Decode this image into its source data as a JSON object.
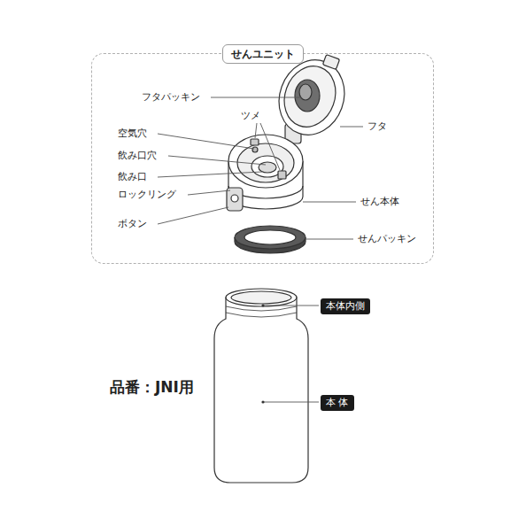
{
  "diagram": {
    "nodes": [
      {
        "text": [
          "せんユニット"
        ]
      },
      {
        "text": [
          "本体内側"
        ]
      },
      {
        "text": [
          "本 体"
        ]
      }
    ],
    "labels": [
      "フタパッキン",
      "ツメ",
      "空気穴",
      "飲み口穴",
      "飲み口",
      "ロックリング",
      "ボタン",
      "フタ",
      "せん本体",
      "せんパッキン",
      "品番：JNI用"
    ]
  }
}
